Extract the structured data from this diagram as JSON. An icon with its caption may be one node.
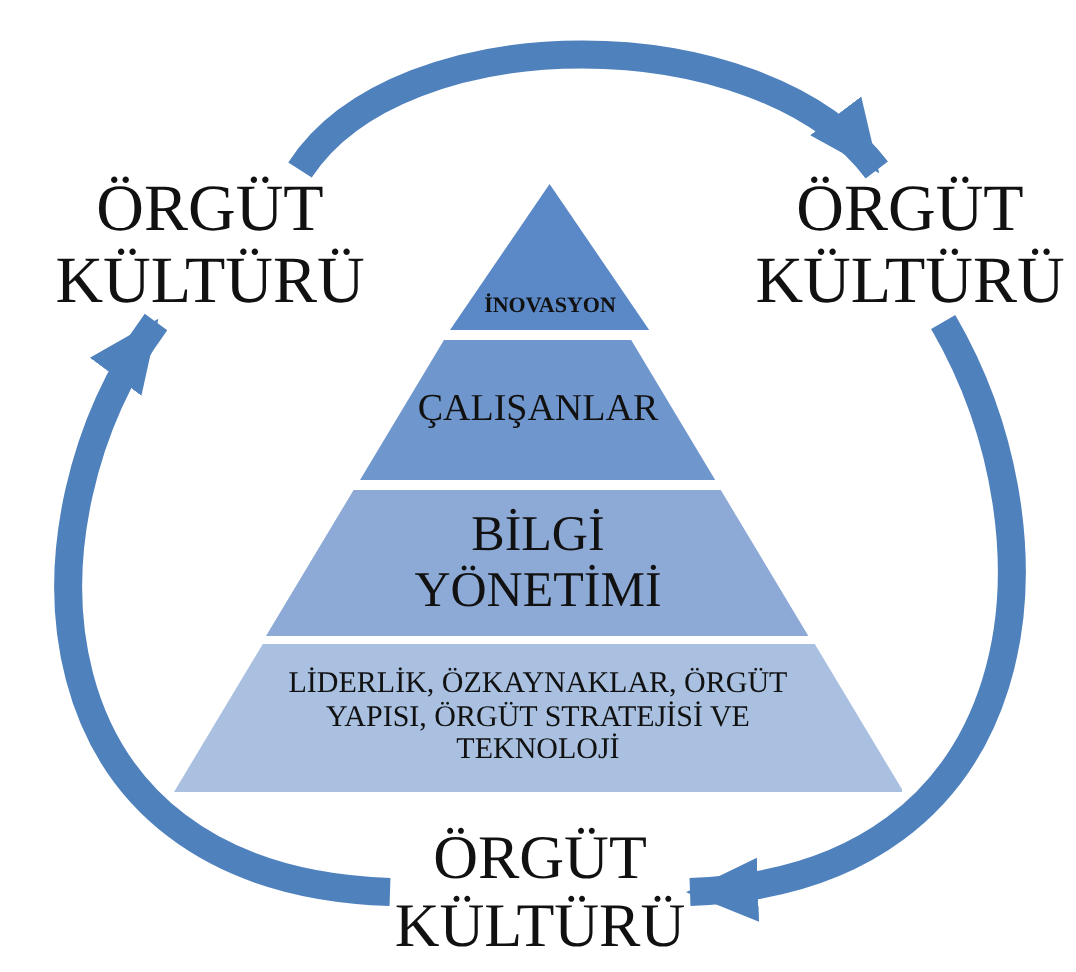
{
  "diagram": {
    "nodes": [
      {
        "text": [
          "İNOVASYON"
        ]
      },
      {
        "text": [
          "ÇALIŞANLAR"
        ]
      },
      {
        "text": [
          "BİLGİ YÖNETİMİ"
        ]
      },
      {
        "text": [
          "LİDERLİK, ÖZKAYNAKLAR, ÖRGÜT YAPISI, ÖRGÜT STRATEJİSİ VE TEKNOLOJİ"
        ]
      },
      {
        "text": [
          "ÖRGÜT KÜLTÜRÜ"
        ]
      },
      {
        "text": [
          "ÖRGÜT KÜLTÜRÜ"
        ]
      },
      {
        "text": [
          "ÖRGÜT KÜLTÜRÜ"
        ]
      }
    ],
    "edges": [
      {
        "from": 4,
        "to": 5,
        "arrow": "to"
      },
      {
        "from": 5,
        "to": 6,
        "arrow": "to"
      },
      {
        "from": 6,
        "to": 4,
        "arrow": "to"
      }
    ]
  }
}
